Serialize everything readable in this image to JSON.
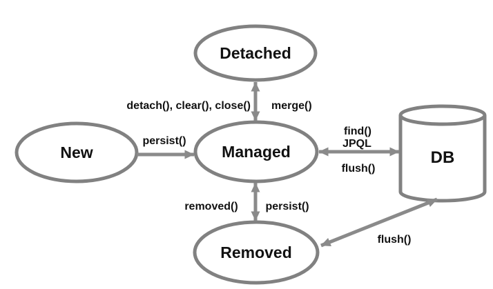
{
  "diagram": {
    "background_color": "#ffffff",
    "shape_stroke_color": "#818181",
    "arrow_color": "#8a8a8a",
    "text_color": "#111111",
    "nodes": {
      "detached": {
        "label": "Detached",
        "shape": "ellipse"
      },
      "new": {
        "label": "New",
        "shape": "ellipse"
      },
      "managed": {
        "label": "Managed",
        "shape": "ellipse"
      },
      "removed": {
        "label": "Removed",
        "shape": "ellipse"
      },
      "db": {
        "label": "DB",
        "shape": "cylinder"
      }
    },
    "edges": {
      "new_to_managed": {
        "from": "New",
        "to": "Managed",
        "direction": "one-way",
        "label": "persist()"
      },
      "managed_detached": {
        "from": "Managed",
        "to": "Detached",
        "direction": "two-way",
        "label_to_detached": "detach(), clear(), close()",
        "label_to_managed": "merge()"
      },
      "managed_db": {
        "from": "Managed",
        "to": "DB",
        "direction": "two-way",
        "label_line1": "find()",
        "label_line2": "JPQL",
        "label_below": "flush()"
      },
      "managed_removed": {
        "from": "Managed",
        "to": "Removed",
        "direction": "two-way",
        "label_to_removed": "removed()",
        "label_to_managed": "persist()"
      },
      "db_removed": {
        "from": "DB",
        "to": "Removed",
        "direction": "two-way",
        "label": "flush()"
      }
    }
  }
}
